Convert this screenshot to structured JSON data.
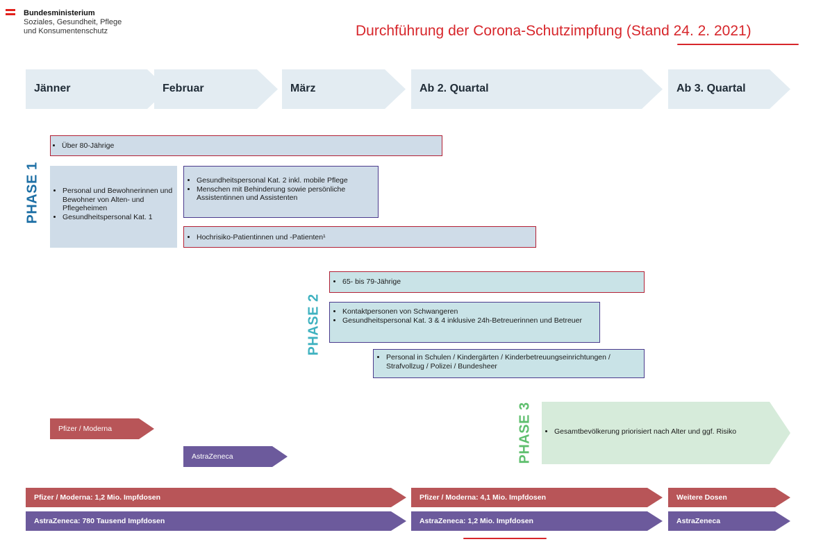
{
  "header": {
    "ministry_line1": "Bundesministerium",
    "ministry_line2": "Soziales, Gesundheit, Pflege",
    "ministry_line3": "und Konsumentenschutz",
    "title": "Durchführung der Corona-Schutzimpfung (Stand 24. 2. 2021)"
  },
  "timeline": [
    "Jänner",
    "Februar",
    "März",
    "Ab 2. Quartal",
    "Ab 3. Quartal"
  ],
  "phase1": {
    "label": "PHASE 1",
    "box_80": "Über 80-Jährige",
    "box_care_1": "Personal und Bewohnerinnen und Bewohner von Alten- und Pflegeheimen",
    "box_care_2": "Gesundheitspersonal Kat. 1",
    "box_kat2_1": "Gesundheitspersonal Kat. 2 inkl. mobile Pflege",
    "box_kat2_2": "Menschen mit Behinderung sowie persönliche Assistentinnen und Assistenten",
    "box_risk": "Hochrisiko-Patientinnen und -Patienten¹"
  },
  "phase2": {
    "label": "PHASE 2",
    "box_65": "65- bis 79-Jährige",
    "box_contact_1": "Kontaktpersonen von Schwangeren",
    "box_contact_2": "Gesundheitspersonal Kat. 3 & 4 inklusive 24h-Betreuerinnen und Betreuer",
    "box_schools": "Personal in Schulen / Kindergärten / Kinderbetreuungseinrichtungen / Strafvollzug / Polizei / Bundesheer"
  },
  "phase3": {
    "label": "PHASE 3",
    "box_all": "Gesamtbevölkerung priorisiert nach Alter und ggf. Risiko"
  },
  "vaccines": {
    "pfizer_small": "Pfizer / Moderna",
    "astra_small": "AstraZeneca",
    "pfizer_q1": "Pfizer / Moderna: 1,2 Mio. Impfdosen",
    "astra_q1": "AstraZeneca: 780 Tausend Impfdosen",
    "pfizer_q2": "Pfizer / Moderna: 4,1 Mio. Impfdosen",
    "astra_q2": "AstraZeneca: 1,2 Mio. Impfdosen",
    "pfizer_q3": "Weitere Dosen",
    "astra_q3": "AstraZeneca"
  },
  "colors": {
    "title_red": "#d7262b",
    "phase1_blue": "#1d6fa5",
    "phase2_teal": "#3fb2c0",
    "phase3_green": "#5fbf6e",
    "pfizer_red": "#b85558",
    "astra_purple": "#6c5a9c"
  }
}
